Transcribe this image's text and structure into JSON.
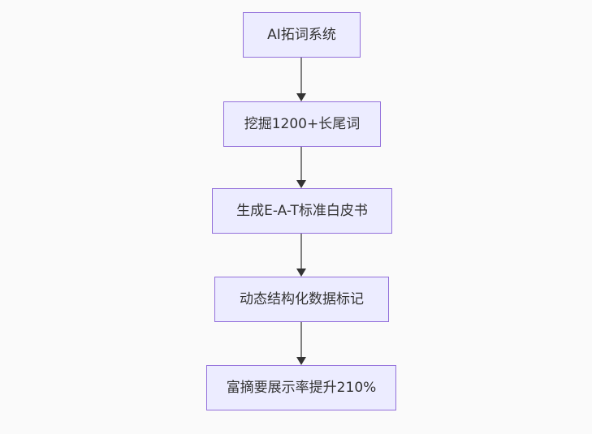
{
  "flowchart": {
    "type": "vertical-flowchart",
    "direction": "top-down",
    "nodes": [
      {
        "id": "n0",
        "label": "AI拓词系统"
      },
      {
        "id": "n1",
        "label": "挖掘1200+长尾词"
      },
      {
        "id": "n2",
        "label": "生成E-A-T标准白皮书"
      },
      {
        "id": "n3",
        "label": "动态结构化数据标记"
      },
      {
        "id": "n4",
        "label": "富摘要展示率提升210%"
      }
    ],
    "edges": [
      {
        "from": "n0",
        "to": "n1",
        "arrow": "down"
      },
      {
        "from": "n1",
        "to": "n2",
        "arrow": "down"
      },
      {
        "from": "n2",
        "to": "n3",
        "arrow": "down"
      },
      {
        "from": "n3",
        "to": "n4",
        "arrow": "down"
      }
    ],
    "colors": {
      "node_fill": "#ECECFF",
      "node_border": "#9370DB",
      "edge_line": "#808080",
      "arrowhead": "#333333",
      "text": "#333333",
      "background": "#fafafa"
    }
  }
}
